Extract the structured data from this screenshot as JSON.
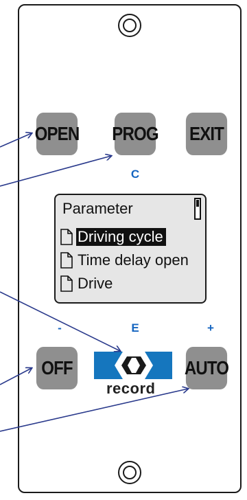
{
  "keys": {
    "open": "OPEN",
    "prog": "PROG",
    "exit": "EXIT",
    "off": "OFF",
    "auto": "AUTO"
  },
  "key_labels": {
    "prog_sub": "C",
    "off_sub": "-",
    "center_sub": "E",
    "auto_sub": "+"
  },
  "display": {
    "title": "Parameter",
    "items": [
      {
        "label": "Driving cycle",
        "selected": true
      },
      {
        "label": "Time delay open",
        "selected": false
      },
      {
        "label": "Drive",
        "selected": false
      }
    ]
  },
  "logo": {
    "text": "record",
    "brand_color": "#1576be"
  },
  "colors": {
    "key": "#8f8f8f",
    "label": "#1565c0",
    "arrow": "#2a3a8c",
    "lcd": "#e6e6e6"
  }
}
